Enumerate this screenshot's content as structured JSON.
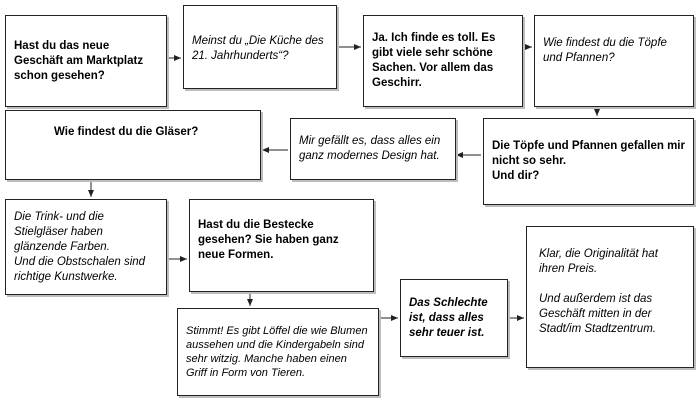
{
  "boxes": {
    "q1": "Hast du das neue Geschäft am Marktplatz schon gesehen?",
    "r1": "Meinst du „Die Küche des 21. Jahrhunderts“?",
    "a1": "Ja. Ich finde es toll. Es gibt viele sehr schöne Sachen. Vor allem das Geschirr.",
    "q2": "Wie findest du die Töpfe und Pfannen?",
    "a2": "Die Töpfe und Pfannen gefallen mir nicht so sehr.\nUnd dir?",
    "r2": "Mir gefällt es, dass alles ein ganz modernes Design hat.",
    "q3": "Wie findest du die Gläser?",
    "r3": "Die Trink- und die Stielgläser haben glänzende Farben.\nUnd die Obstschalen sind richtige Kunstwerke.",
    "q4": "Hast du die Bestecke gesehen? Sie haben ganz neue Formen.",
    "r4": "Stimmt! Es gibt Löffel die wie Blumen aussehen und die Kindergabeln sind sehr witzig. Manche haben einen Griff in Form von Tieren.",
    "q5": "Das Schlechte ist, dass alles sehr teuer ist.",
    "r5": "Klar, die Originalität hat ihren Preis.\n\nUnd außerdem ist das Geschäft mitten in der Stadt/im Stadtzentrum."
  },
  "colors": {
    "border": "#222222",
    "shadow": "#bdbdbd",
    "arrow": "#222222"
  }
}
